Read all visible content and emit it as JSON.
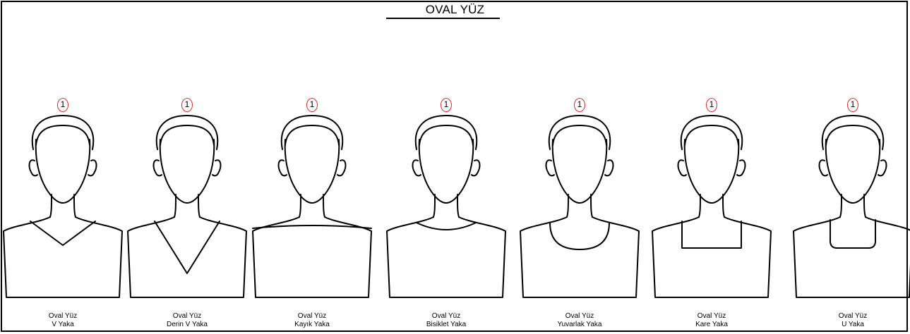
{
  "title": "OVAL YÜZ",
  "badge_color": "#d92b2b",
  "figures": [
    {
      "number": "1",
      "face": "Oval Yüz",
      "neckline": "V Yaka",
      "neckline_type": "v"
    },
    {
      "number": "1",
      "face": "Oval Yüz",
      "neckline": "Derin V Yaka",
      "neckline_type": "deep-v"
    },
    {
      "number": "1",
      "face": "Oval Yüz",
      "neckline": "Kayık Yaka",
      "neckline_type": "boat"
    },
    {
      "number": "1",
      "face": "Oval Yüz",
      "neckline": "Bisiklet Yaka",
      "neckline_type": "crew"
    },
    {
      "number": "1",
      "face": "Oval Yüz",
      "neckline": "Yuvarlak Yaka",
      "neckline_type": "round"
    },
    {
      "number": "1",
      "face": "Oval Yüz",
      "neckline": "Kare Yaka",
      "neckline_type": "square"
    },
    {
      "number": "1",
      "face": "Oval Yüz",
      "neckline": "U Yaka",
      "neckline_type": "u"
    }
  ]
}
